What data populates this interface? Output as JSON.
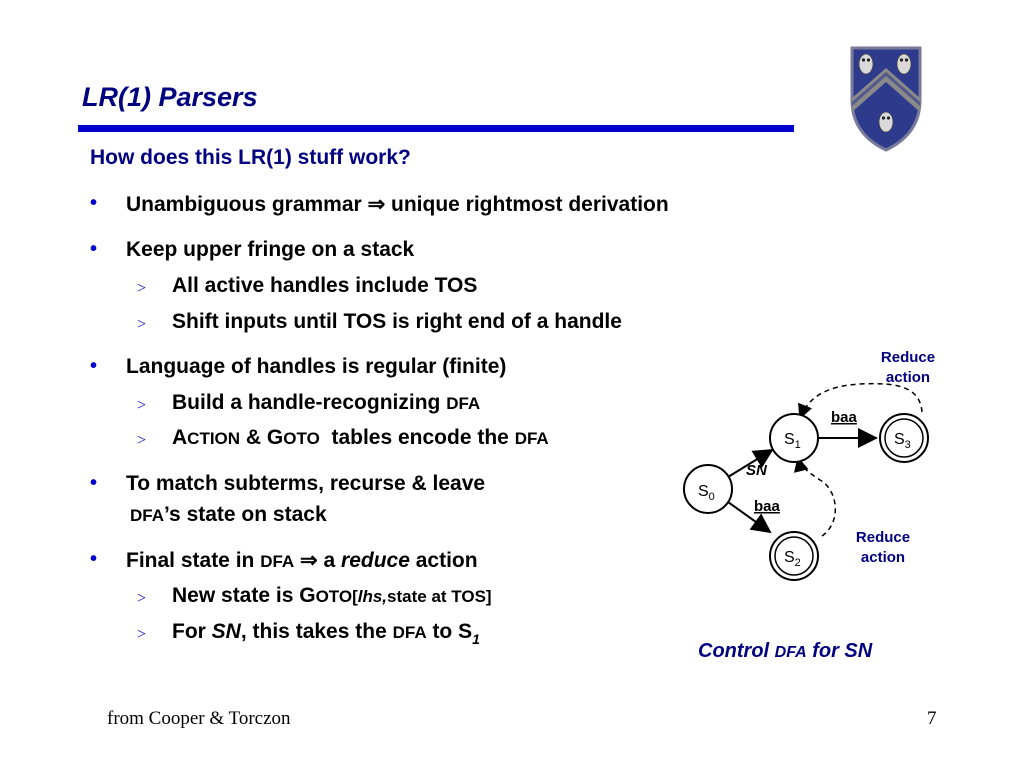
{
  "slide": {
    "title": "LR(1) Parsers",
    "lead": "How does this LR(1) stuff work?",
    "b1_a": "Unambiguous grammar",
    "b1_arrow": "⇒",
    "b1_b": "unique rightmost derivation",
    "b2": "Keep upper fringe on a stack",
    "b2_s1": "All active handles include TOS",
    "b2_s2": "Shift inputs until TOS is right end of a handle",
    "b3": "Language of handles is regular (finite)",
    "b3_s1_a": "Build a handle-recognizing",
    "b3_s1_dfa": "DFA",
    "b3_s2_A": "A",
    "b3_s2_ction": "CTION",
    "b3_s2_amp": "&",
    "b3_s2_G": "G",
    "b3_s2_oto": "OTO",
    "b3_s2_rest": "tables encode the",
    "b3_s2_dfa": "DFA",
    "b4_l1": "To match subterms, recurse & leave",
    "b4_dfa": "DFA",
    "b4_l2": "’s state on stack",
    "b5_a": "Final state in",
    "b5_dfa": "DFA",
    "b5_arrow": "⇒",
    "b5_b": "a",
    "b5_reduce": "reduce",
    "b5_c": "action",
    "b5_s1_a": "New state is G",
    "b5_s1_oto": "OTO[",
    "b5_s1_lhs": "lhs,",
    "b5_s1_b": "state at TOS]",
    "b5_s2_a": "For",
    "b5_s2_sn": "SN",
    "b5_s2_b": ", this takes the",
    "b5_s2_dfa": "DFA",
    "b5_s2_c": "to S",
    "b5_s2_sub": "1",
    "bullet_glyph": "•",
    "sub_glyph": ">"
  },
  "diagram": {
    "states": [
      {
        "label": "S",
        "sub": "0",
        "final": false
      },
      {
        "label": "S",
        "sub": "1",
        "final": false
      },
      {
        "label": "S",
        "sub": "2",
        "final": true
      },
      {
        "label": "S",
        "sub": "3",
        "final": true
      }
    ],
    "edge_s0_s1": "SN",
    "edge_s0_s2": "baa",
    "edge_s1_s3": "baa",
    "reduce_top_1": "Reduce",
    "reduce_top_2": "action",
    "reduce_bottom_1": "Reduce",
    "reduce_bottom_2": "action",
    "caption_a": "Control",
    "caption_dfa": "DFA",
    "caption_b": "for SN"
  },
  "footer": {
    "source": "from Cooper & Torczon",
    "page": "7"
  },
  "colors": {
    "title": "#000080",
    "rule": "#0000cc",
    "bullet": "#0000cc",
    "crest_shield": "#2e3a8c",
    "crest_chevron": "#8a8a8a"
  },
  "icons": {
    "crest": "rice-university-owl-shield-icon"
  }
}
